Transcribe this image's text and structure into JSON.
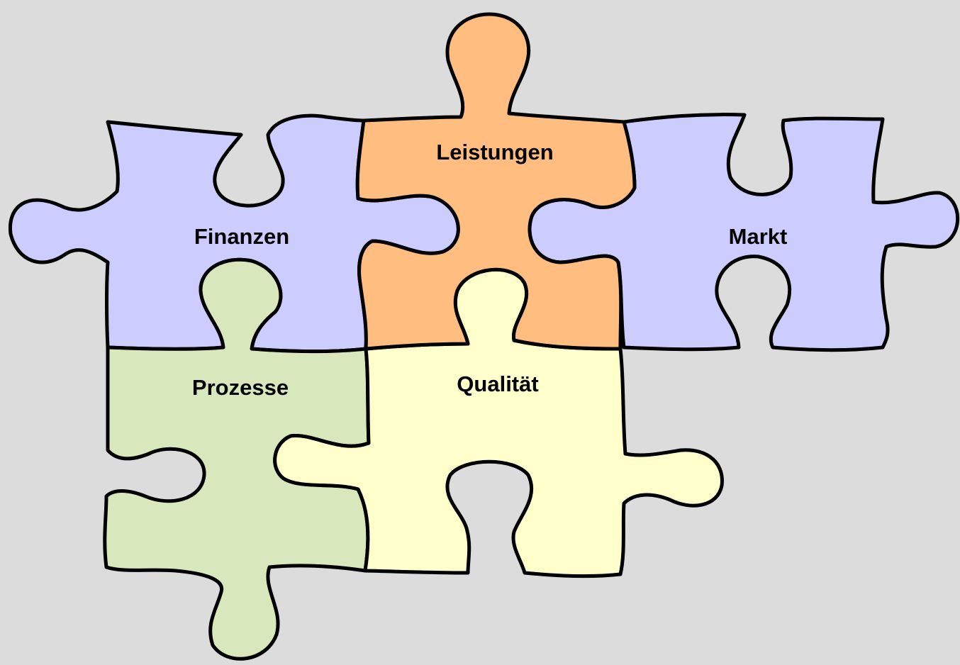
{
  "background_color": "#dcdcdc",
  "pieces": {
    "finanzen": {
      "label": "Finanzen",
      "color": "#ccccff"
    },
    "markt": {
      "label": "Markt",
      "color": "#ccccff"
    },
    "prozesse": {
      "label": "Prozesse",
      "color": "#d9e8bc"
    },
    "qualitaet": {
      "label": "Qualität",
      "color": "#ffffcc"
    },
    "leistungen": {
      "label": "Leistungen",
      "color": "#ffbd80"
    }
  }
}
